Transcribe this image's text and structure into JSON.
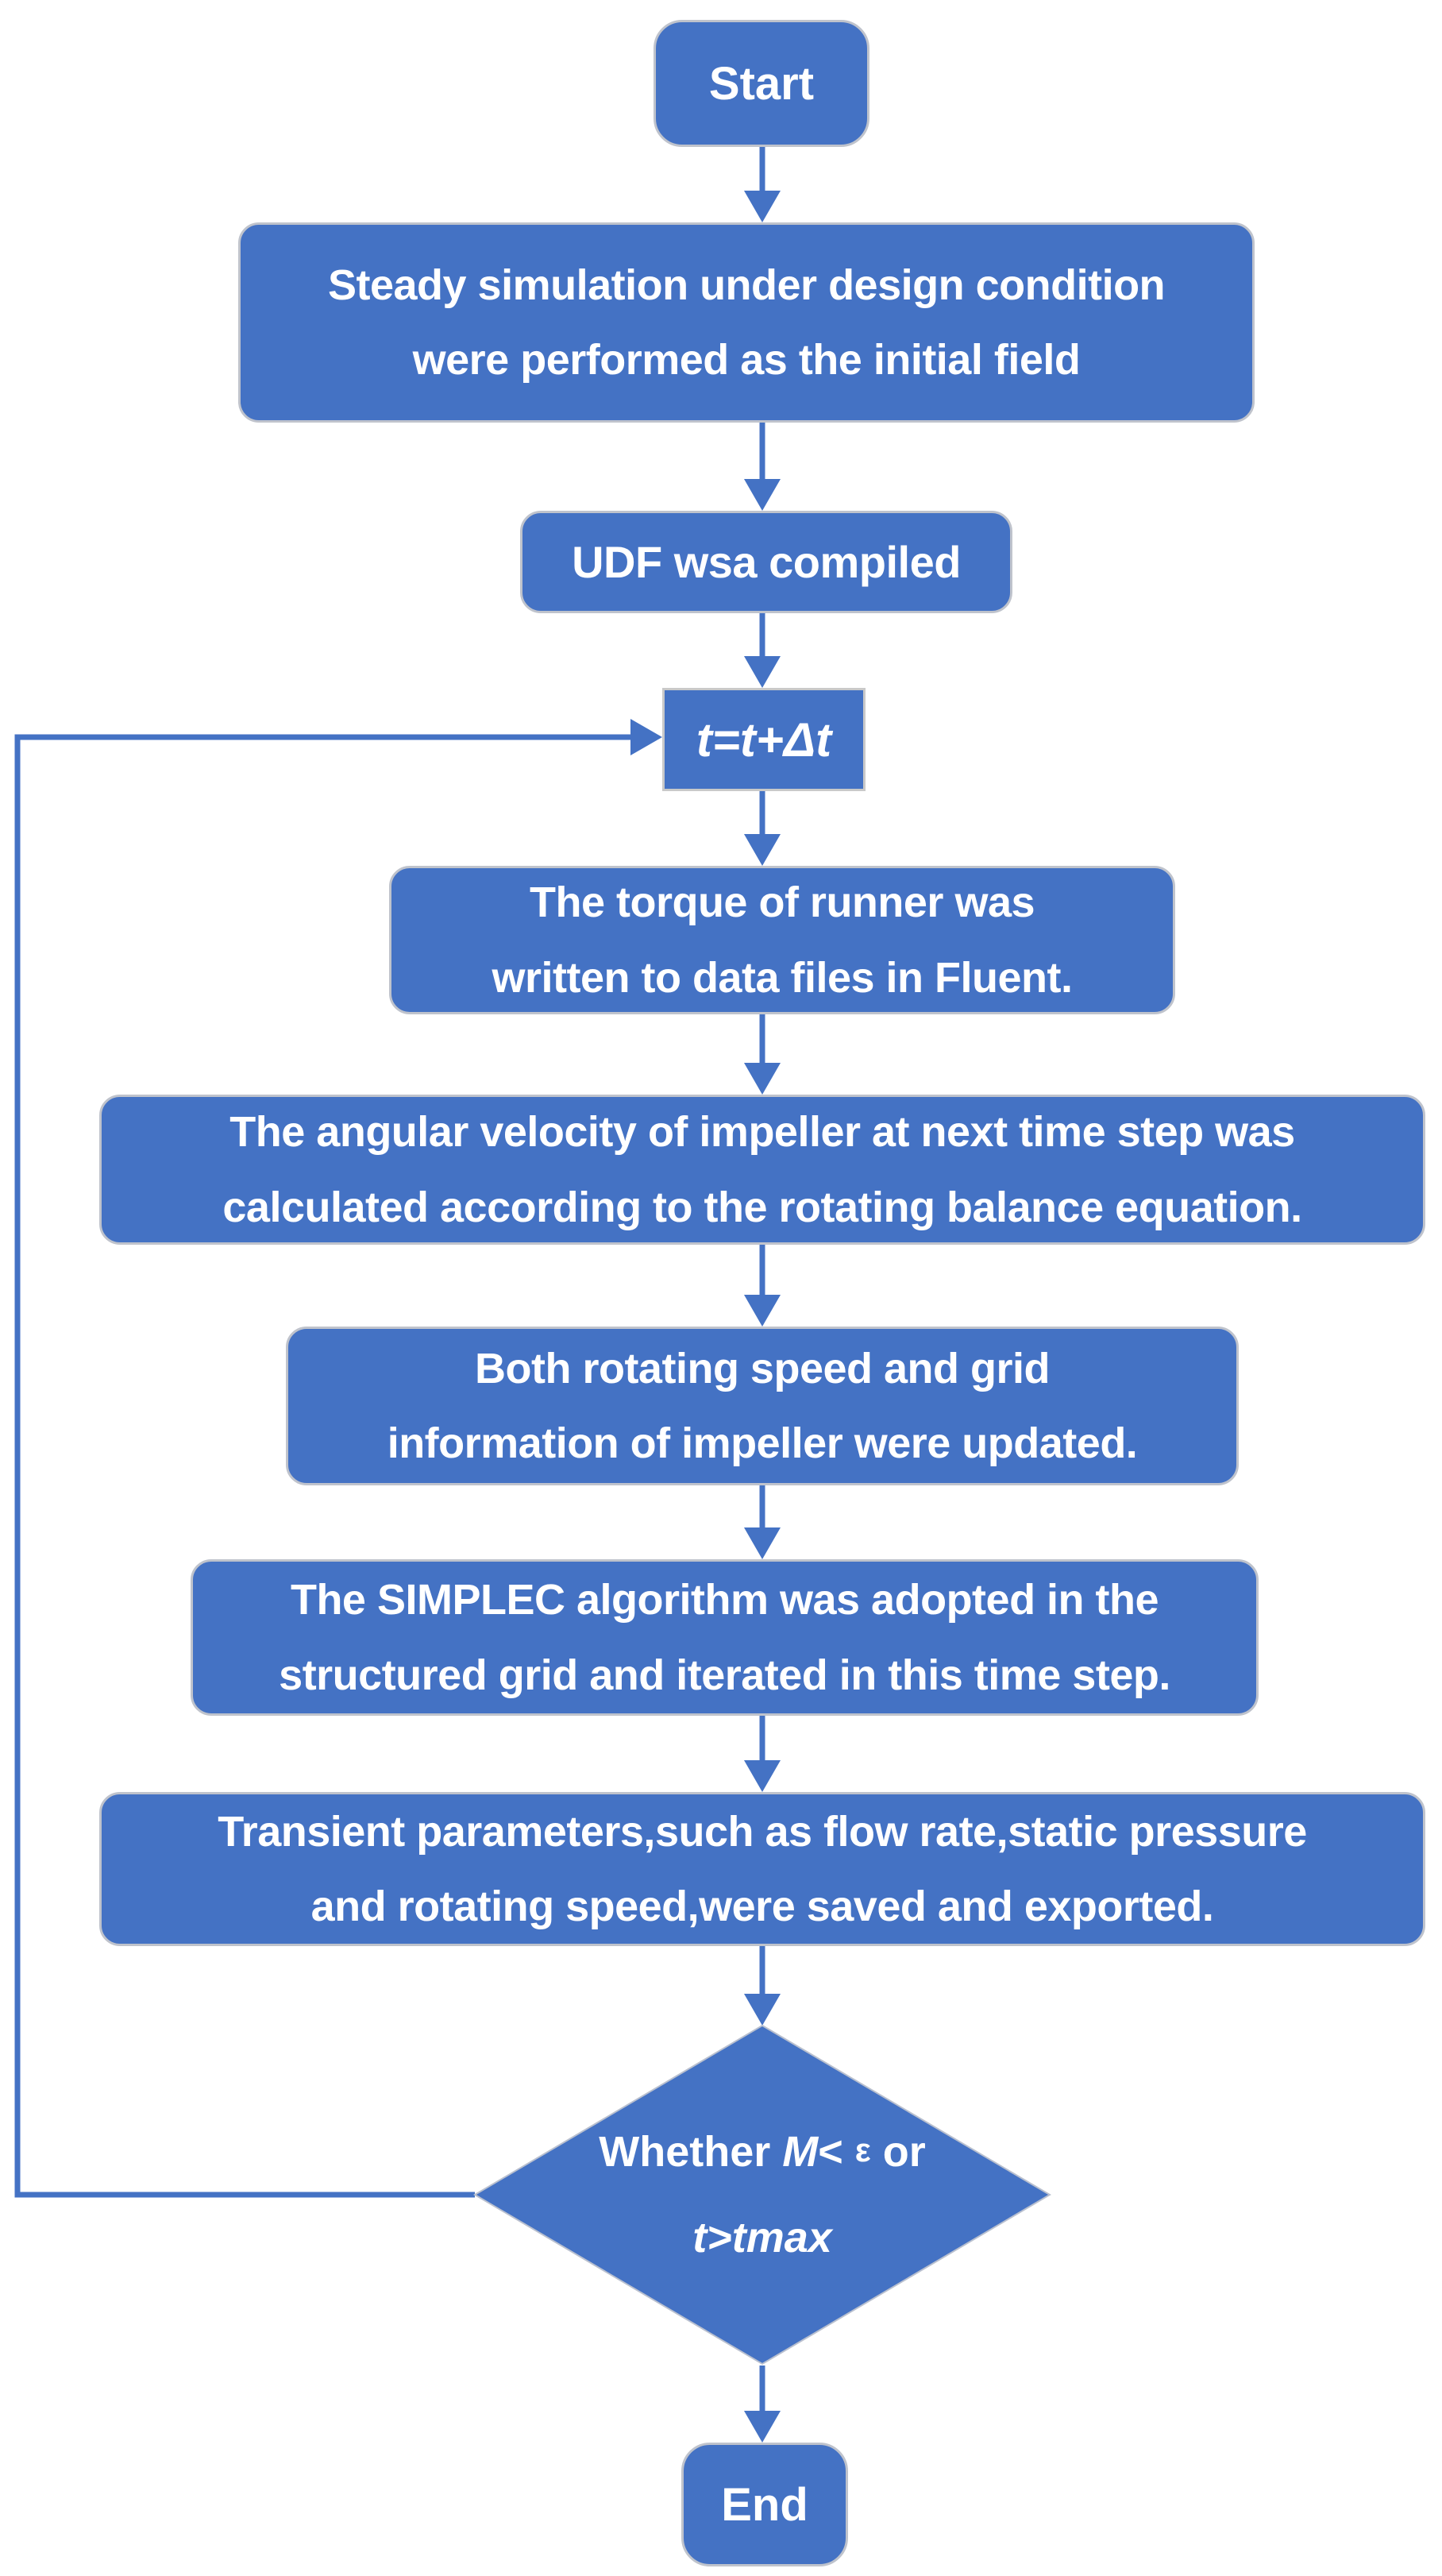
{
  "colors": {
    "shape_fill": "#4472c4",
    "shape_text": "#ffffff",
    "connector": "#4472c4",
    "plain_box_border": "#c9c9c9"
  },
  "nodes": {
    "start": {
      "label": "Start"
    },
    "steady": {
      "line1": "Steady simulation under design condition",
      "line2": "were performed as the initial field"
    },
    "udf": {
      "label": "UDF wsa compiled"
    },
    "time_step": {
      "label": "t=t+Δt"
    },
    "torque": {
      "line1": "The torque of runner was",
      "line2": "written to data files in Fluent."
    },
    "angular": {
      "line1": "The angular velocity of impeller at next time step was",
      "line2": "calculated according to the rotating balance equation."
    },
    "update": {
      "line1": "Both rotating speed and grid",
      "line2": "information of impeller were updated."
    },
    "simplec": {
      "line1": "The SIMPLEC algorithm was adopted in the",
      "line2": "structured grid and iterated in this time step."
    },
    "transient": {
      "line1": "Transient parameters,such as flow rate,static pressure",
      "line2": "and rotating speed,were saved and exported."
    },
    "decision": {
      "whether": "Whether ",
      "m_var": "M",
      "less_than": "< ",
      "epsilon": "ε",
      "or_text": " or",
      "line2": "t>tmax"
    },
    "end": {
      "label": "End"
    }
  }
}
